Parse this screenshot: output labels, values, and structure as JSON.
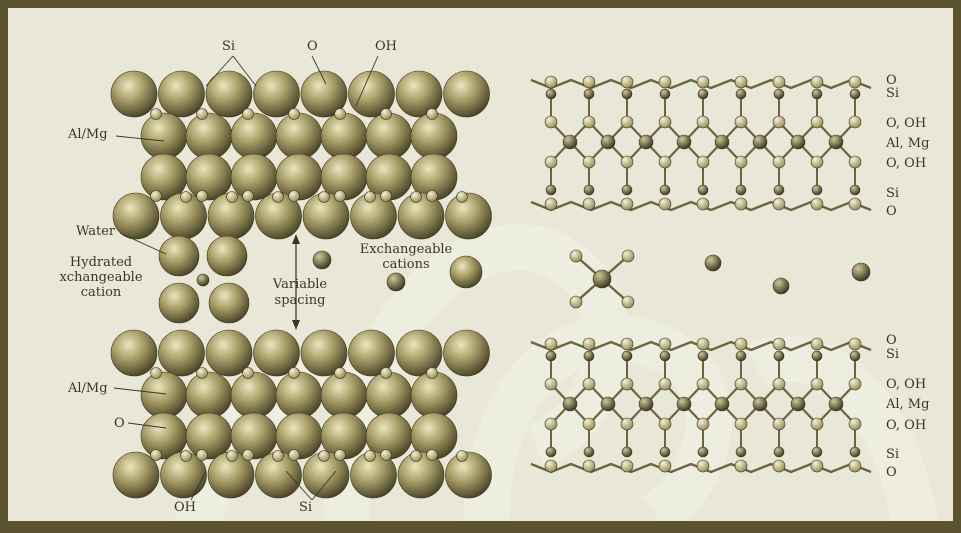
{
  "left_panel": {
    "top_labels": {
      "si": "Si",
      "o": "O",
      "oh": "OH"
    },
    "al_mg_top": "Al/Mg",
    "water": "Water",
    "hydrated_line1": "Hydrated",
    "hydrated_line2": "xchangeable",
    "hydrated_line3": "cation",
    "variable_line1": "Variable",
    "variable_line2": "spacing",
    "exchangeable_line1": "Exchangeable",
    "exchangeable_line2": "cations",
    "al_mg_bottom": "Al/Mg",
    "o_bottom": "O",
    "oh_bottom": "OH",
    "si_bottom": "Si"
  },
  "right_panel": {
    "top_layer_labels": [
      "O",
      "Si",
      "O, OH",
      "Al, Mg",
      "O, OH",
      "Si",
      "O"
    ],
    "bottom_layer_labels": [
      "O",
      "Si",
      "O, OH",
      "Al, Mg",
      "O, OH",
      "Si",
      "O"
    ]
  },
  "colors": {
    "frame": "#5a5230",
    "background": "#e9e8d8",
    "sphere_light": "#e4dfb4",
    "sphere_mid": "#a89f66",
    "sphere_dark": "#4b4628",
    "stick": "#6b6440",
    "label_text": "#3a3622"
  }
}
